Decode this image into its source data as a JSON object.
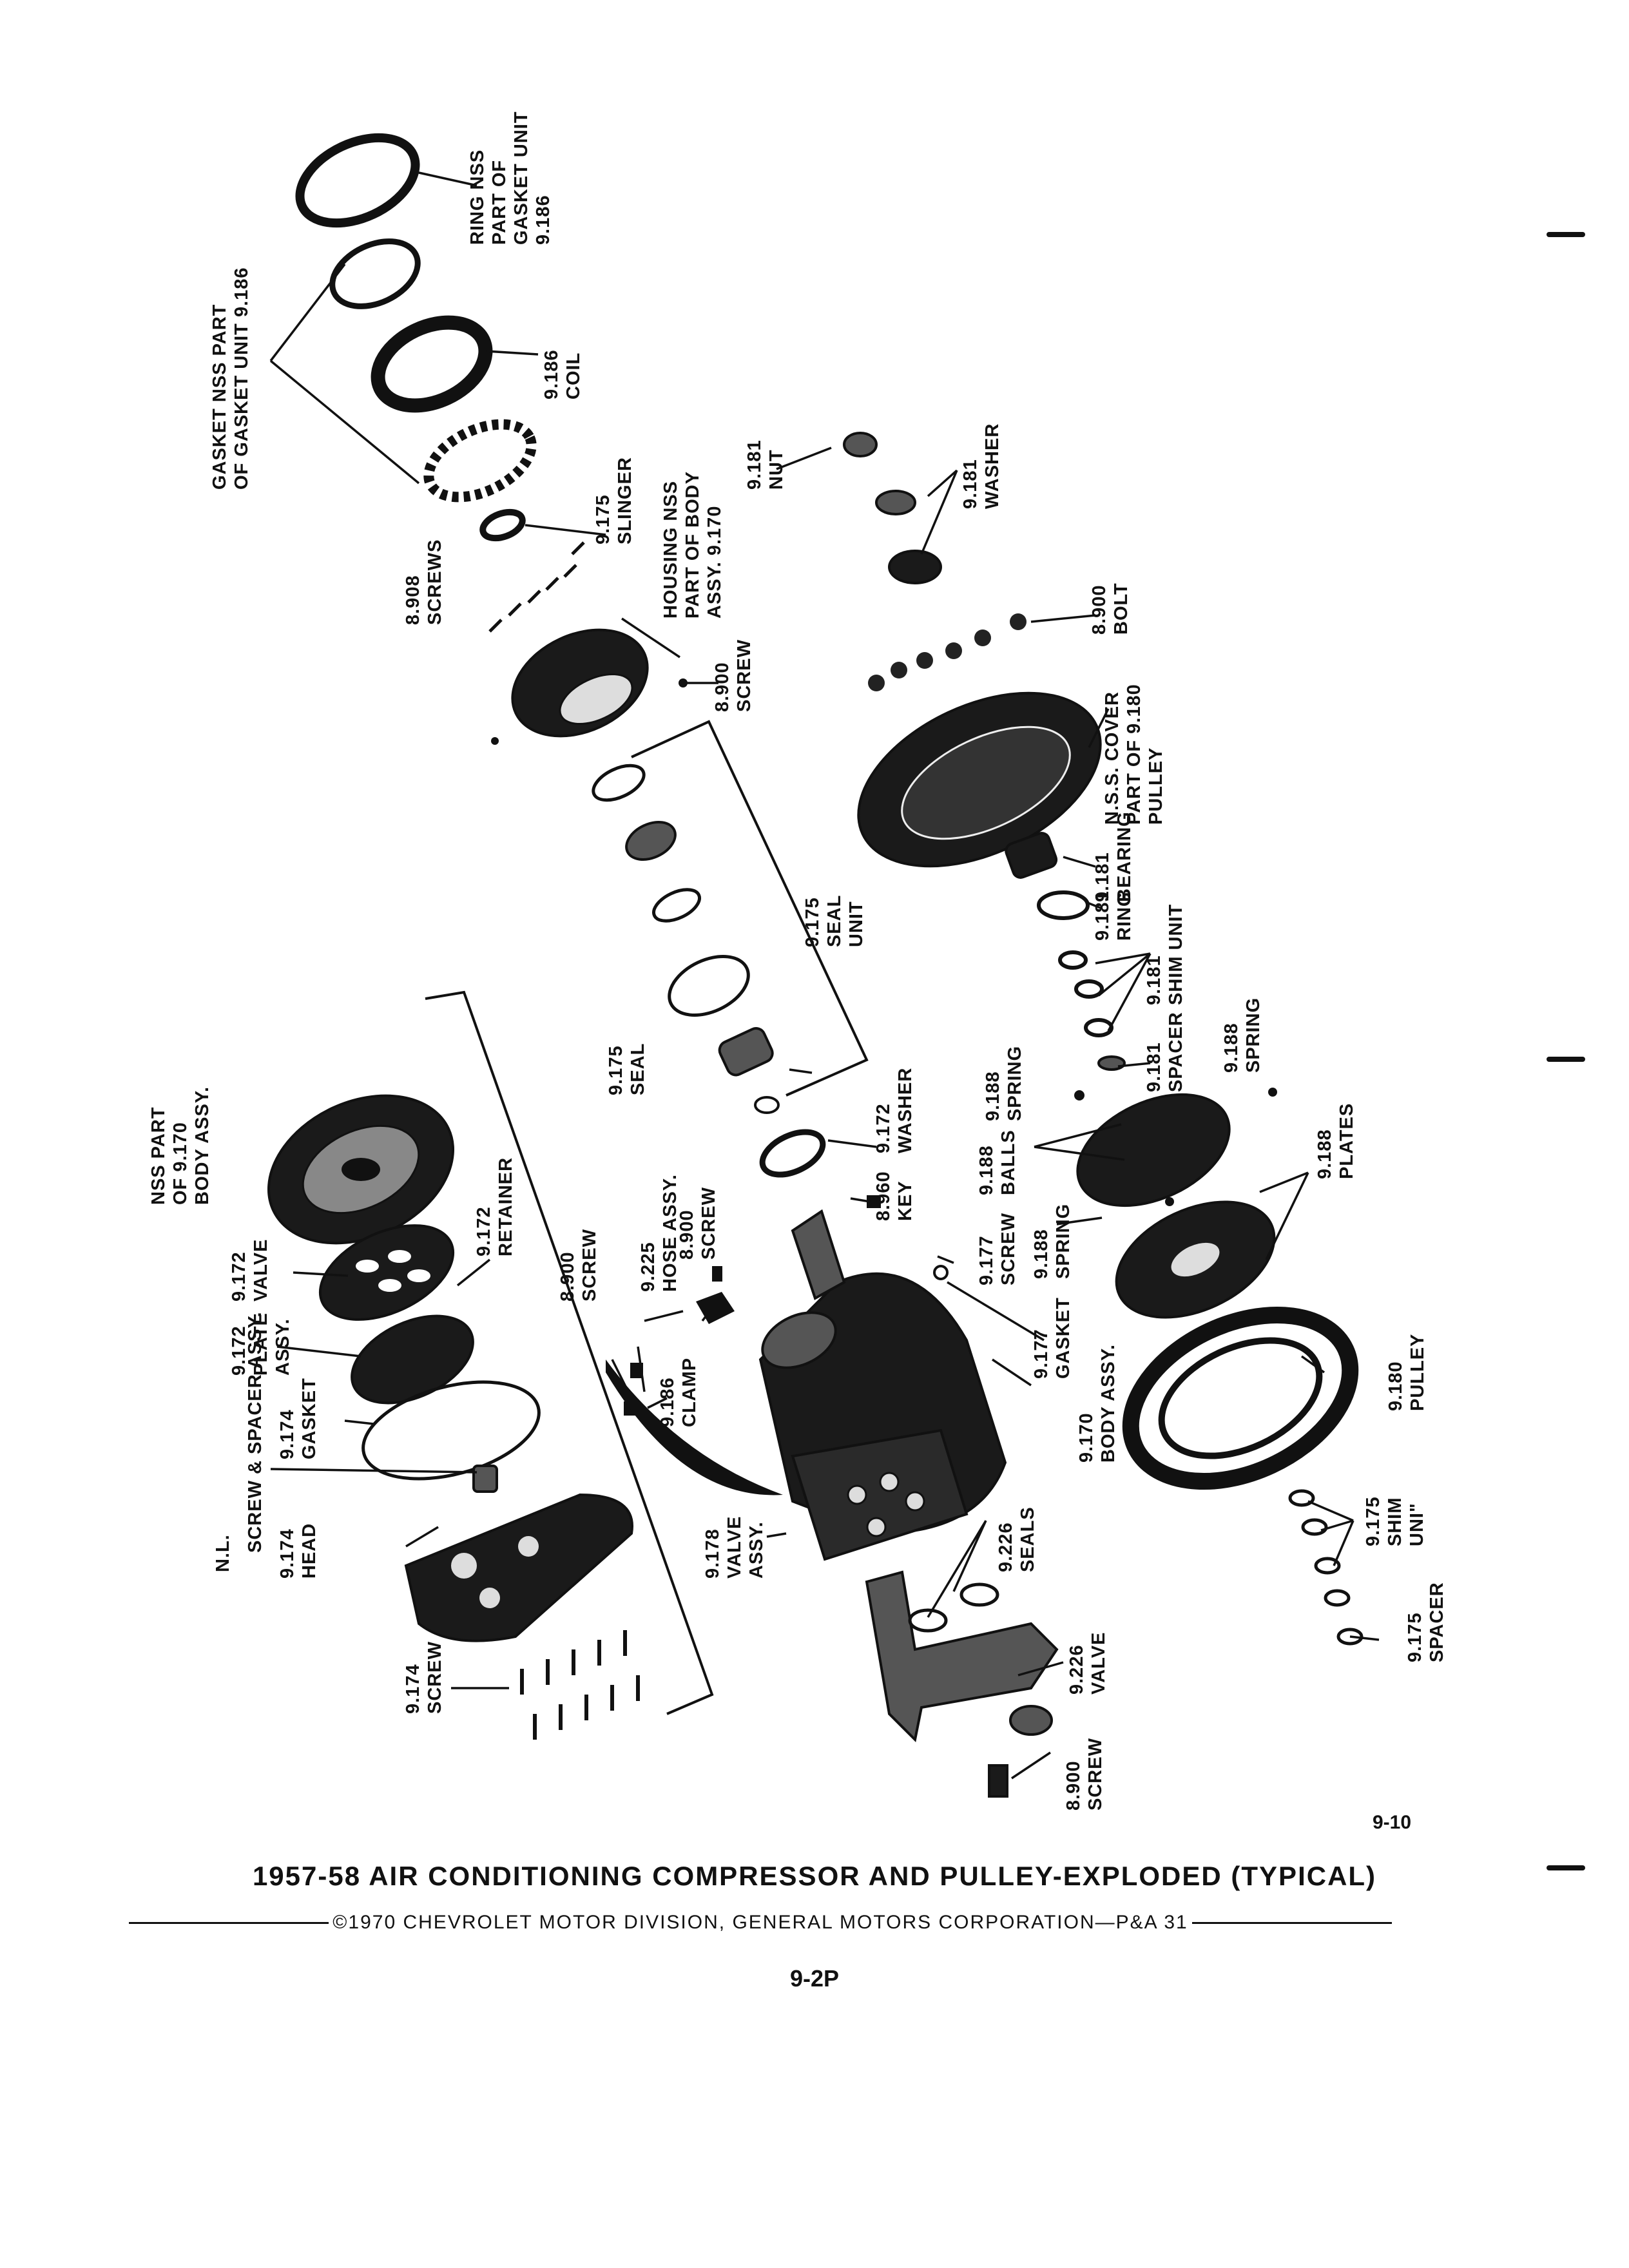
{
  "labels": [
    {
      "id": "ring-nss",
      "lines": [
        "RING NSS",
        "PART OF",
        "GASKET UNIT",
        "9.186"
      ]
    },
    {
      "id": "gasket-nss",
      "lines": [
        "GASKET NSS PART",
        "OF GASKET UNIT 9.186"
      ]
    },
    {
      "id": "coil",
      "lines": [
        "9.186",
        "COIL"
      ]
    },
    {
      "id": "nut-9181",
      "lines": [
        "9.181",
        "NUT"
      ]
    },
    {
      "id": "washer-9181",
      "lines": [
        "9.181",
        "WASHER"
      ]
    },
    {
      "id": "slinger",
      "lines": [
        "9.175",
        "SLINGER"
      ]
    },
    {
      "id": "housing-nss",
      "lines": [
        "HOUSING NSS",
        "PART OF BODY",
        "ASSY. 9.170"
      ]
    },
    {
      "id": "screws-8908",
      "lines": [
        "8.908",
        "SCREWS"
      ]
    },
    {
      "id": "screw-8900-a",
      "lines": [
        "8.900",
        "SCREW"
      ]
    },
    {
      "id": "bolt-8900",
      "lines": [
        "8.900",
        "BOLT"
      ]
    },
    {
      "id": "cover-nss",
      "lines": [
        "N.S.S. COVER",
        "PART OF 9.180",
        "PULLEY"
      ]
    },
    {
      "id": "bearing-9181",
      "lines": [
        "9.181",
        "BEARING"
      ]
    },
    {
      "id": "ring-9181",
      "lines": [
        "9.181",
        "RING"
      ]
    },
    {
      "id": "seal-unit-9175",
      "lines": [
        "9.175",
        "SEAL",
        "UNIT"
      ]
    },
    {
      "id": "shim-unit-9181",
      "lines": [
        "9.181",
        "SHIM UNIT"
      ]
    },
    {
      "id": "spacer-9181",
      "lines": [
        "9.181",
        "SPACER"
      ]
    },
    {
      "id": "spring-9188-a",
      "lines": [
        "9.188",
        "SPRING"
      ]
    },
    {
      "id": "spring-9188-b",
      "lines": [
        "9.188",
        "SPRING"
      ]
    },
    {
      "id": "seal-9175",
      "lines": [
        "9.175",
        "SEAL"
      ]
    },
    {
      "id": "washer-9172",
      "lines": [
        "9.172",
        "WASHER"
      ]
    },
    {
      "id": "balls-9188",
      "lines": [
        "9.188",
        "BALLS"
      ]
    },
    {
      "id": "plates-9188",
      "lines": [
        "9.188",
        "PLATES"
      ]
    },
    {
      "id": "key-8960",
      "lines": [
        "8.960",
        "KEY"
      ]
    },
    {
      "id": "hose-assy",
      "lines": [
        "9.225",
        "HOSE ASSY."
      ]
    },
    {
      "id": "screw-8900-b",
      "lines": [
        "8.900",
        "SCREW"
      ]
    },
    {
      "id": "screw-9177",
      "lines": [
        "9.177",
        "SCREW"
      ]
    },
    {
      "id": "spring-9188-c",
      "lines": [
        "9.188",
        "SPRING"
      ]
    },
    {
      "id": "gasket-9177",
      "lines": [
        "9.177",
        "GASKET"
      ]
    },
    {
      "id": "nss-body",
      "lines": [
        "NSS PART",
        "OF 9.170",
        "BODY ASSY."
      ]
    },
    {
      "id": "valve-9172",
      "lines": [
        "9.172",
        "VALVE"
      ]
    },
    {
      "id": "retainer-9172",
      "lines": [
        "9.172",
        "RETAINER"
      ]
    },
    {
      "id": "plate-9172",
      "lines": [
        "9.172",
        "PLATE",
        "ASSY."
      ]
    },
    {
      "id": "screw-8900-c",
      "lines": [
        "8.900",
        "SCREW"
      ]
    },
    {
      "id": "clamp-9186",
      "lines": [
        "9.186",
        "CLAMP"
      ]
    },
    {
      "id": "body-assy",
      "lines": [
        "9.170",
        "BODY ASSY."
      ]
    },
    {
      "id": "pulley-9180",
      "lines": [
        "9.180",
        "PULLEY"
      ]
    },
    {
      "id": "screw-spacer",
      "lines": [
        "SCREW & SPACER ASSY."
      ]
    },
    {
      "id": "gasket-9174",
      "lines": [
        "9.174",
        "GASKET"
      ]
    },
    {
      "id": "nl",
      "lines": [
        "N.L."
      ]
    },
    {
      "id": "head-9174",
      "lines": [
        "9.174",
        "HEAD"
      ]
    },
    {
      "id": "valve-9178",
      "lines": [
        "9.178",
        "VALVE",
        "ASSY."
      ]
    },
    {
      "id": "seals-9226",
      "lines": [
        "9.226",
        "SEALS"
      ]
    },
    {
      "id": "shim-9175",
      "lines": [
        "9.175",
        "SHIM",
        "UNI\""
      ]
    },
    {
      "id": "spacer-9175",
      "lines": [
        "9.175",
        "SPACER"
      ]
    },
    {
      "id": "screw-9174",
      "lines": [
        "9.174",
        "SCREW"
      ]
    },
    {
      "id": "valve-9226",
      "lines": [
        "9.226",
        "VALVE"
      ]
    },
    {
      "id": "screw-8900-d",
      "lines": [
        "8.900",
        "SCREW"
      ]
    }
  ],
  "figure_number": "9-10",
  "caption": "1957-58 AIR CONDITIONING COMPRESSOR AND PULLEY-EXPLODED (TYPICAL)",
  "copyright": "©1970 CHEVROLET MOTOR DIVISION, GENERAL MOTORS CORPORATION—P&A 31",
  "page_number": "9-2P"
}
